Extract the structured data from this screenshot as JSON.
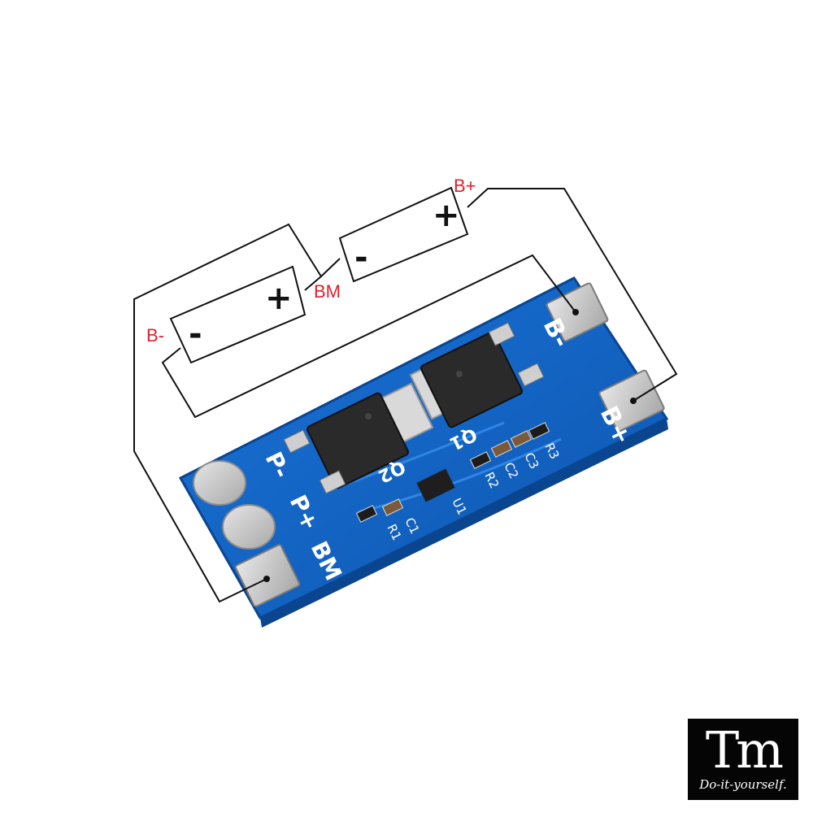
{
  "callouts": {
    "b_plus": "B+",
    "bm": "BM",
    "b_minus": "B-"
  },
  "cells": {
    "upper": {
      "plus": "+",
      "minus": "-"
    },
    "lower": {
      "plus": "+",
      "minus": "-"
    }
  },
  "board": {
    "labels": {
      "p_minus": "P-",
      "p_plus": "P+",
      "bm": "BM",
      "b_minus": "B-",
      "b_plus": "B+",
      "q1": "Q1",
      "q2": "Q2",
      "u1": "U1",
      "r1": "R1",
      "r2": "R2",
      "r3": "R3",
      "c1": "C1",
      "c2": "C2",
      "c3": "C3"
    },
    "colors": {
      "pcb": "#1466c8",
      "pad": "#c9c9c9",
      "mosfet": "#2a2a2a",
      "wire": "#111111"
    }
  },
  "watermark": {
    "mark": "Tm",
    "tagline": "Do-it-yourself."
  }
}
